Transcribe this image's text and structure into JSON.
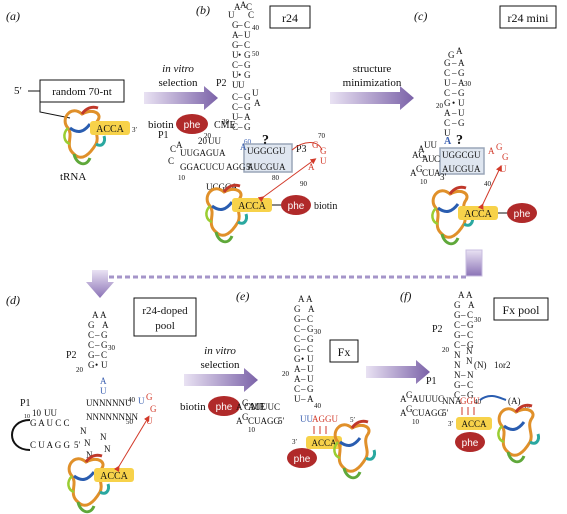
{
  "panels": {
    "a": {
      "letter": "(a)",
      "five_prime": "5′",
      "box": "random 70-nt",
      "acca": "ACCA",
      "three_prime": "3′",
      "label": "tRNA"
    },
    "b": {
      "letter": "(b)",
      "box": "r24",
      "p1": "P1",
      "p2": "P2",
      "p3": "P3",
      "q": "?",
      "acca": "ACCA",
      "phe": "phe",
      "biotin": "biotin",
      "n10": "10",
      "n20": "20",
      "n30": "30",
      "n40": "40",
      "n50": "50",
      "n60": "60",
      "n70": "70",
      "n80": "80",
      "n90": "90"
    },
    "c": {
      "letter": "(c)",
      "box": "r24 mini",
      "q": "?",
      "acca": "ACCA",
      "phe": "phe",
      "n10": "10",
      "n20": "20",
      "n30": "30",
      "n40": "40"
    },
    "d": {
      "letter": "(d)",
      "box_line1": "r24-doped",
      "box_line2": "pool",
      "p1": "P1",
      "p2": "P2",
      "acca": "ACCA",
      "n10": "10",
      "n20": "20",
      "n30": "30",
      "n40": "40",
      "n50": "50"
    },
    "e": {
      "letter": "(e)",
      "box": "Fx",
      "phe": "phe",
      "acca": "ACCA",
      "n10": "10",
      "n20": "20",
      "n30": "30",
      "n40": "40"
    },
    "f": {
      "letter": "(f)",
      "box": "Fx pool",
      "p1": "P1",
      "p2": "P2",
      "n_label": "(N)",
      "one_or_two": "1or2",
      "a10": "(A)",
      "a10_sub": "10",
      "acca": "ACCA",
      "phe": "phe",
      "n10": "10",
      "n20": "20",
      "n30": "30",
      "n40": "40"
    }
  },
  "arrows": {
    "sel1_top": "in vitro",
    "sel1_bottom": "selection",
    "min_top": "structure",
    "min_bottom": "minimization",
    "biotin": "biotin",
    "phe": "phe",
    "cme": "CME",
    "sel2_top": "in vitro",
    "sel2_bottom": "selection"
  },
  "colors": {
    "arrow_purple": "#7b62a8",
    "phe_red": "#b02a2a",
    "acca_yellow": "#f7d24a",
    "highlight_red": "#d23a2a",
    "highlight_blue": "#3a5fb0",
    "box_gray": "#9aa6b8"
  }
}
